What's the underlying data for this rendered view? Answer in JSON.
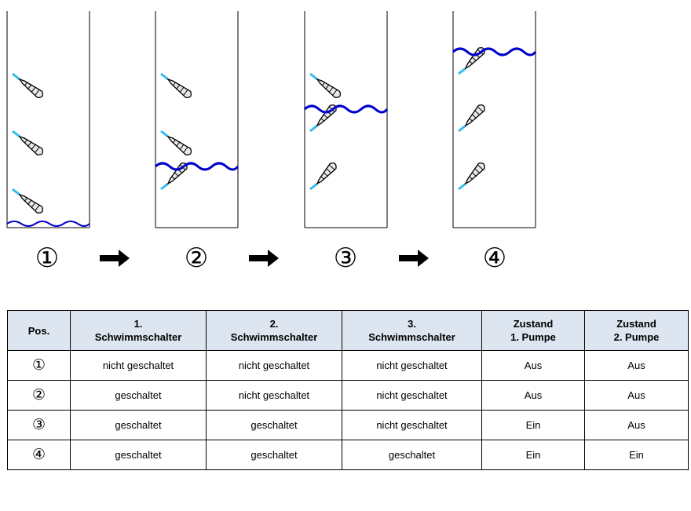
{
  "diagram": {
    "steps": [
      "①",
      "②",
      "③",
      "④"
    ],
    "arrow_icon": "right-arrow-icon",
    "float_switch_icon": "float-switch-icon",
    "water_color": "#0000cc",
    "cable_color": "#33bbee",
    "wall_color": "#000000"
  },
  "table": {
    "headers": [
      [
        "Pos."
      ],
      [
        "1.",
        "Schwimmschalter"
      ],
      [
        "2.",
        "Schwimmschalter"
      ],
      [
        "3.",
        "Schwimmschalter"
      ],
      [
        "Zustand",
        "1. Pumpe"
      ],
      [
        "Zustand",
        "2. Pumpe"
      ]
    ],
    "rows": [
      [
        "①",
        "nicht geschaltet",
        "nicht geschaltet",
        "nicht geschaltet",
        "Aus",
        "Aus"
      ],
      [
        "②",
        "geschaltet",
        "nicht geschaltet",
        "nicht geschaltet",
        "Aus",
        "Aus"
      ],
      [
        "③",
        "geschaltet",
        "geschaltet",
        "nicht geschaltet",
        "Ein",
        "Aus"
      ],
      [
        "④",
        "geschaltet",
        "geschaltet",
        "geschaltet",
        "Ein",
        "Ein"
      ]
    ],
    "header_background": "#dde6f0"
  }
}
